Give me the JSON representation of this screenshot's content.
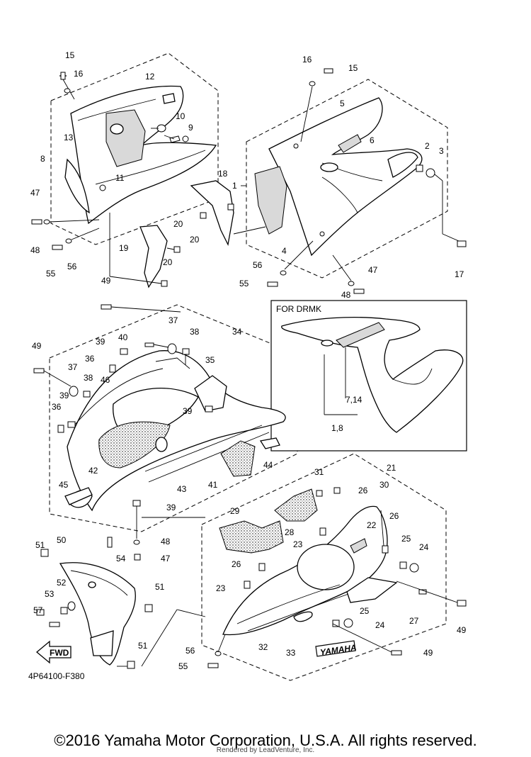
{
  "diagram": {
    "inset_title": "FOR DRMK",
    "drawing_code": "4P64100-F380",
    "fwd_label": "FWD",
    "decal_text": "YAMAHA",
    "callouts": [
      {
        "id": "c15a",
        "text": "15"
      },
      {
        "id": "c16a",
        "text": "16"
      },
      {
        "id": "c12",
        "text": "12"
      },
      {
        "id": "c10",
        "text": "10"
      },
      {
        "id": "c9",
        "text": "9"
      },
      {
        "id": "c13",
        "text": "13"
      },
      {
        "id": "c8",
        "text": "8"
      },
      {
        "id": "c11",
        "text": "11"
      },
      {
        "id": "c47a",
        "text": "47"
      },
      {
        "id": "c48a",
        "text": "48"
      },
      {
        "id": "c55a",
        "text": "55"
      },
      {
        "id": "c56a",
        "text": "56"
      },
      {
        "id": "c19",
        "text": "19"
      },
      {
        "id": "c20a",
        "text": "20"
      },
      {
        "id": "c20b",
        "text": "20"
      },
      {
        "id": "c20c",
        "text": "20"
      },
      {
        "id": "c18",
        "text": "18"
      },
      {
        "id": "c16b",
        "text": "16"
      },
      {
        "id": "c15b",
        "text": "15"
      },
      {
        "id": "c5",
        "text": "5"
      },
      {
        "id": "c6",
        "text": "6"
      },
      {
        "id": "c2",
        "text": "2"
      },
      {
        "id": "c3",
        "text": "3"
      },
      {
        "id": "c1",
        "text": "1"
      },
      {
        "id": "c4",
        "text": "4"
      },
      {
        "id": "c17",
        "text": "17"
      },
      {
        "id": "c56b",
        "text": "56"
      },
      {
        "id": "c55b",
        "text": "55"
      },
      {
        "id": "c48b",
        "text": "48"
      },
      {
        "id": "c47b",
        "text": "47"
      },
      {
        "id": "c714",
        "text": "7,14"
      },
      {
        "id": "c18b",
        "text": "1,8"
      },
      {
        "id": "c49a",
        "text": "49"
      },
      {
        "id": "c37a",
        "text": "37"
      },
      {
        "id": "c38a",
        "text": "38"
      },
      {
        "id": "c34",
        "text": "34"
      },
      {
        "id": "c40",
        "text": "40"
      },
      {
        "id": "c39a",
        "text": "39"
      },
      {
        "id": "c49b",
        "text": "49"
      },
      {
        "id": "c36a",
        "text": "36"
      },
      {
        "id": "c35",
        "text": "35"
      },
      {
        "id": "c37b",
        "text": "37"
      },
      {
        "id": "c38b",
        "text": "38"
      },
      {
        "id": "c46",
        "text": "46"
      },
      {
        "id": "c39b",
        "text": "39"
      },
      {
        "id": "c39c",
        "text": "39"
      },
      {
        "id": "c36b",
        "text": "36"
      },
      {
        "id": "c42",
        "text": "42"
      },
      {
        "id": "c43",
        "text": "43"
      },
      {
        "id": "c41",
        "text": "41"
      },
      {
        "id": "c44",
        "text": "44"
      },
      {
        "id": "c45",
        "text": "45"
      },
      {
        "id": "c39d",
        "text": "39"
      },
      {
        "id": "c31",
        "text": "31"
      },
      {
        "id": "c21",
        "text": "21"
      },
      {
        "id": "c26a",
        "text": "26"
      },
      {
        "id": "c30",
        "text": "30"
      },
      {
        "id": "c29",
        "text": "29"
      },
      {
        "id": "c28",
        "text": "28"
      },
      {
        "id": "c26b",
        "text": "26"
      },
      {
        "id": "c22",
        "text": "22"
      },
      {
        "id": "c25a",
        "text": "25"
      },
      {
        "id": "c24a",
        "text": "24"
      },
      {
        "id": "c23a",
        "text": "23"
      },
      {
        "id": "c48c",
        "text": "48"
      },
      {
        "id": "c54",
        "text": "54"
      },
      {
        "id": "c47c",
        "text": "47"
      },
      {
        "id": "c51a",
        "text": "51"
      },
      {
        "id": "c50",
        "text": "50"
      },
      {
        "id": "c26c",
        "text": "26"
      },
      {
        "id": "c23b",
        "text": "23"
      },
      {
        "id": "c52",
        "text": "52"
      },
      {
        "id": "c53",
        "text": "53"
      },
      {
        "id": "c51b",
        "text": "51"
      },
      {
        "id": "c57",
        "text": "57"
      },
      {
        "id": "c27",
        "text": "27"
      },
      {
        "id": "c49c",
        "text": "49"
      },
      {
        "id": "c25b",
        "text": "25"
      },
      {
        "id": "c24b",
        "text": "24"
      },
      {
        "id": "c32",
        "text": "32"
      },
      {
        "id": "c56c",
        "text": "56"
      },
      {
        "id": "c33",
        "text": "33"
      },
      {
        "id": "c49d",
        "text": "49"
      },
      {
        "id": "c55c",
        "text": "55"
      },
      {
        "id": "c51c",
        "text": "51"
      }
    ]
  },
  "footer": {
    "copyright": "©2016 Yamaha Motor Corporation, U.S.A. All rights reserved.",
    "renderer": "Rendered by LeadVenture, Inc."
  }
}
